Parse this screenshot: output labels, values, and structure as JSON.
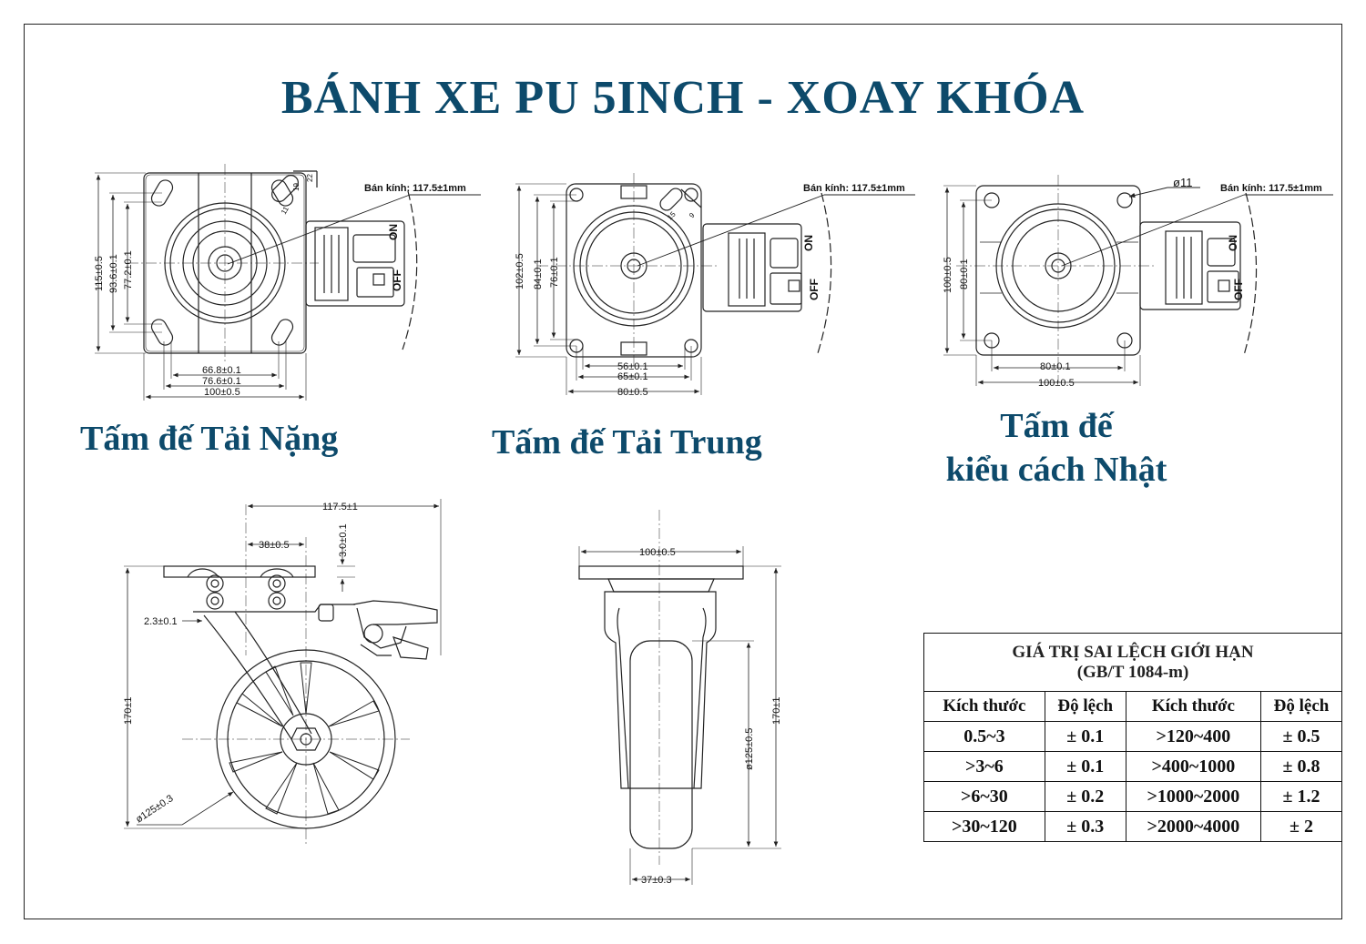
{
  "title": "BÁNH XE PU 5INCH - XOAY KHÓA",
  "captions": {
    "heavy": "Tấm đế Tải Nặng",
    "medium": "Tấm đế Tải Trung",
    "japan_line1": "Tấm đế",
    "japan_line2": "kiểu cách Nhật"
  },
  "plate_heavy": {
    "radius": "Bán kính: 117.5±1mm",
    "on": "ON",
    "off": "OFF",
    "dim_115": "115±0.5",
    "dim_93": "93.6±0.1",
    "dim_77": "77.2±0.1",
    "dim_66": "66.8±0.1",
    "dim_76": "76.6±0.1",
    "dim_100": "100±0.5",
    "slot_a": "19",
    "slot_b": "11",
    "slot_c": "22"
  },
  "plate_medium": {
    "radius": "Bán kính: 117.5±1mm",
    "on": "ON",
    "off": "OFF",
    "dim_102": "102±0.5",
    "dim_84": "84±0.1",
    "dim_76": "76±0.1",
    "dim_56": "56±0.1",
    "dim_65": "65±0.1",
    "dim_80": "80±0.5",
    "slot_a": "15",
    "slot_b": "9"
  },
  "plate_japan": {
    "radius": "Bán kính: 117.5±1mm",
    "hole": "ø11",
    "on": "ON",
    "off": "OFF",
    "dim_100v": "100±0.5",
    "dim_80v": "80±0.1",
    "dim_80h": "80±0.1",
    "dim_100h": "100±0.5"
  },
  "side_view": {
    "dim_117": "117.5±1",
    "dim_38": "38±0.5",
    "dim_3": "3.0±0.1",
    "dim_2_3": "2.3±0.1",
    "dim_170": "170±1",
    "dim_125": "ø125±0.3"
  },
  "front_view": {
    "dim_100": "100±0.5",
    "dim_170": "170±1",
    "dim_125": "ø125±0.5",
    "dim_37": "37±0.3"
  },
  "tolerance_table": {
    "title_line1": "GIÁ TRỊ SAI LỆCH GIỚI HẠN",
    "title_line2": "(GB/T 1084-m)",
    "headers": [
      "Kích thước",
      "Độ lệch",
      "Kích thước",
      "Độ lệch"
    ],
    "rows": [
      [
        "0.5~3",
        "± 0.1",
        ">120~400",
        "± 0.5"
      ],
      [
        ">3~6",
        "± 0.1",
        ">400~1000",
        "± 0.8"
      ],
      [
        ">6~30",
        "± 0.2",
        ">1000~2000",
        "± 1.2"
      ],
      [
        ">30~120",
        "± 0.3",
        ">2000~4000",
        "±  2"
      ]
    ]
  }
}
